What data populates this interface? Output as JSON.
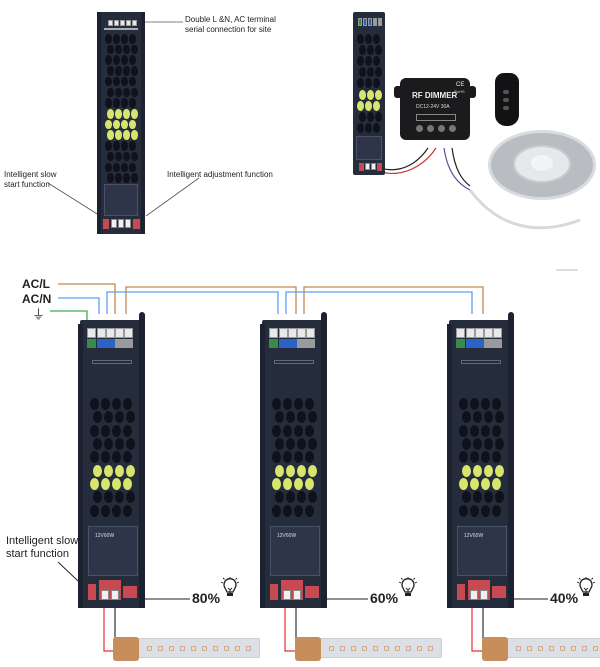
{
  "top_left": {
    "callouts": {
      "terminal": "Double L &N, AC terminal serial connection for site",
      "terminal_line1": "Double L &N, AC terminal",
      "terminal_line2": "serial connection for site",
      "slow_start_line1": "Intelligent slow",
      "slow_start_line2": "start function",
      "adjustment": "Intelligent adjustment function"
    }
  },
  "top_right": {
    "dimmer": {
      "title": "RF DIMMER",
      "spec": "DC12-24V 30A",
      "cert": "CE",
      "rohs": "RoHS"
    },
    "remote": {
      "name": "rf-remote"
    },
    "strip_reel": {
      "name": "led-strip-reel"
    }
  },
  "wiring_diagram": {
    "inputs": {
      "live": "AC/L",
      "neutral": "AC/N",
      "earth_symbol": "⏚"
    },
    "wire_colors": {
      "live": "#c08a50",
      "neutral": "#5aa0f0",
      "earth": "#3cb04a",
      "dc_positive": "#e53030",
      "dc_negative": "#333333"
    },
    "slow_start_line1": "Intelligent slow",
    "slow_start_line2": "start function",
    "drivers": [
      {
        "model": "12V60W",
        "dim_level": "80%",
        "dim_value": 80
      },
      {
        "model": "12V60W",
        "dim_level": "60%",
        "dim_value": 60
      },
      {
        "model": "12V60W",
        "dim_level": "40%",
        "dim_value": 40
      }
    ]
  }
}
